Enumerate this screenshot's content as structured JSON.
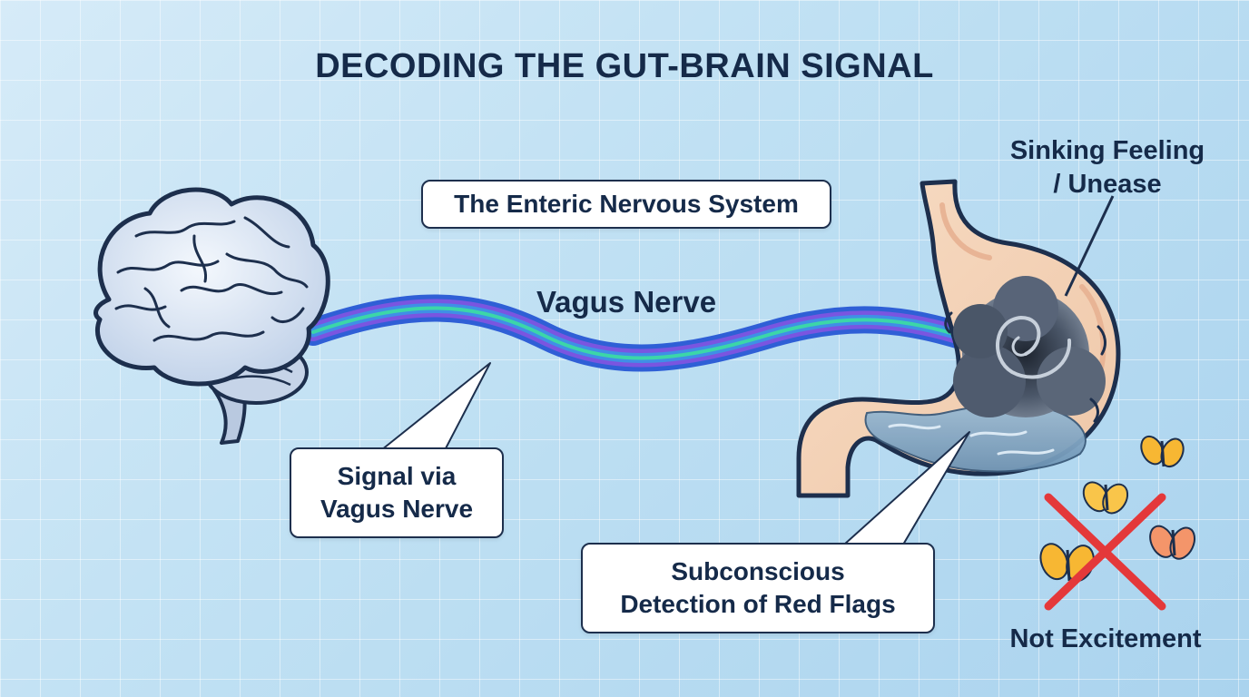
{
  "title": "DECODING THE GUT-BRAIN SIGNAL",
  "labels": {
    "enteric_nervous_system": "The Enteric Nervous System",
    "vagus_nerve": "Vagus Nerve",
    "signal_line1": "Signal via",
    "signal_line2": "Vagus Nerve",
    "detection_line1": "Subconscious",
    "detection_line2": "Detection of Red Flags",
    "sinking_line1": "Sinking Feeling",
    "sinking_line2": "/ Unease",
    "not_excitement": "Not Excitement"
  },
  "colors": {
    "text": "#152a49",
    "nerve_blue": "#3b6ee0",
    "nerve_purple": "#7a55e0",
    "nerve_green": "#3cd6a8",
    "cross": "#e4383a",
    "butterfly": "#f7b733"
  }
}
